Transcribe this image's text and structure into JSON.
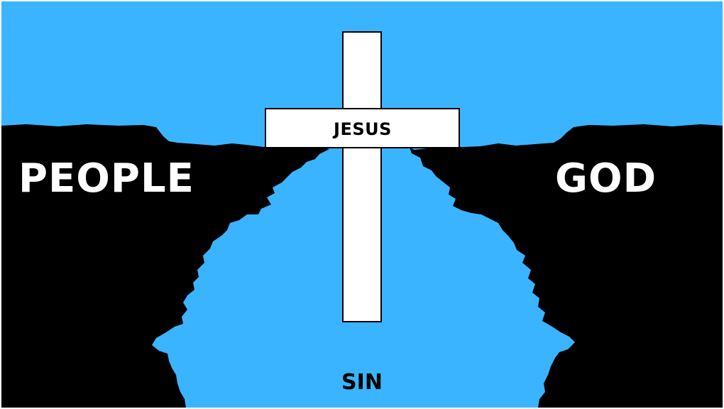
{
  "labels": {
    "people": "PEOPLE",
    "god": "GOD",
    "cross": "JESUS",
    "chasm": "SIN"
  },
  "colors": {
    "sky": "#3bb4ff",
    "cliff": "#000000",
    "cross_fill": "#ffffff",
    "cross_stroke": "#000000",
    "side_text": "#ffffff",
    "center_text": "#000000"
  }
}
